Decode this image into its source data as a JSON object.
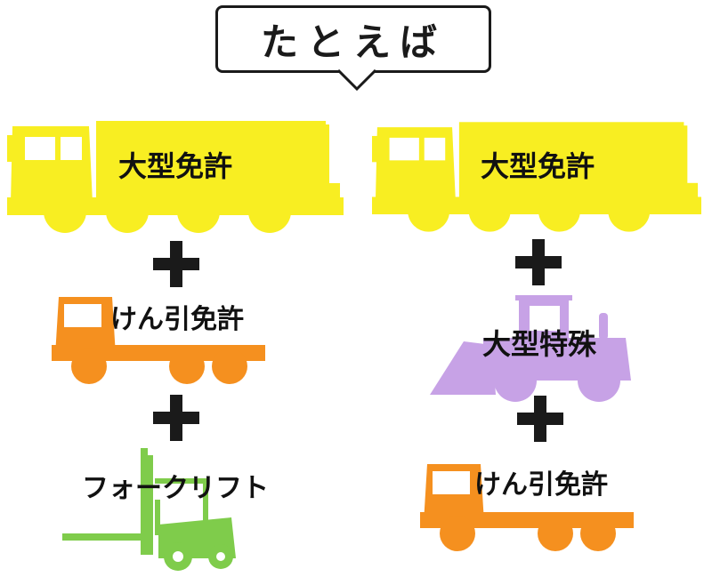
{
  "header": {
    "title": "たとえば"
  },
  "left_column": {
    "vehicle1_label": "大型免許",
    "vehicle2_label": "けん引免許",
    "vehicle3_label": "フォークリフト"
  },
  "right_column": {
    "vehicle1_label": "大型免許",
    "vehicle2_label": "大型特殊",
    "vehicle3_label": "けん引免許"
  },
  "colors": {
    "yellow_truck": "#f8ee22",
    "orange_tractor": "#f5901f",
    "purple_loader": "#c7a2e6",
    "green_forklift": "#7fcc4b",
    "ink": "#1a1a1a"
  },
  "icons": [
    "dump-truck-icon",
    "tractor-head-icon",
    "wheel-loader-icon",
    "forklift-icon",
    "plus-icon"
  ]
}
